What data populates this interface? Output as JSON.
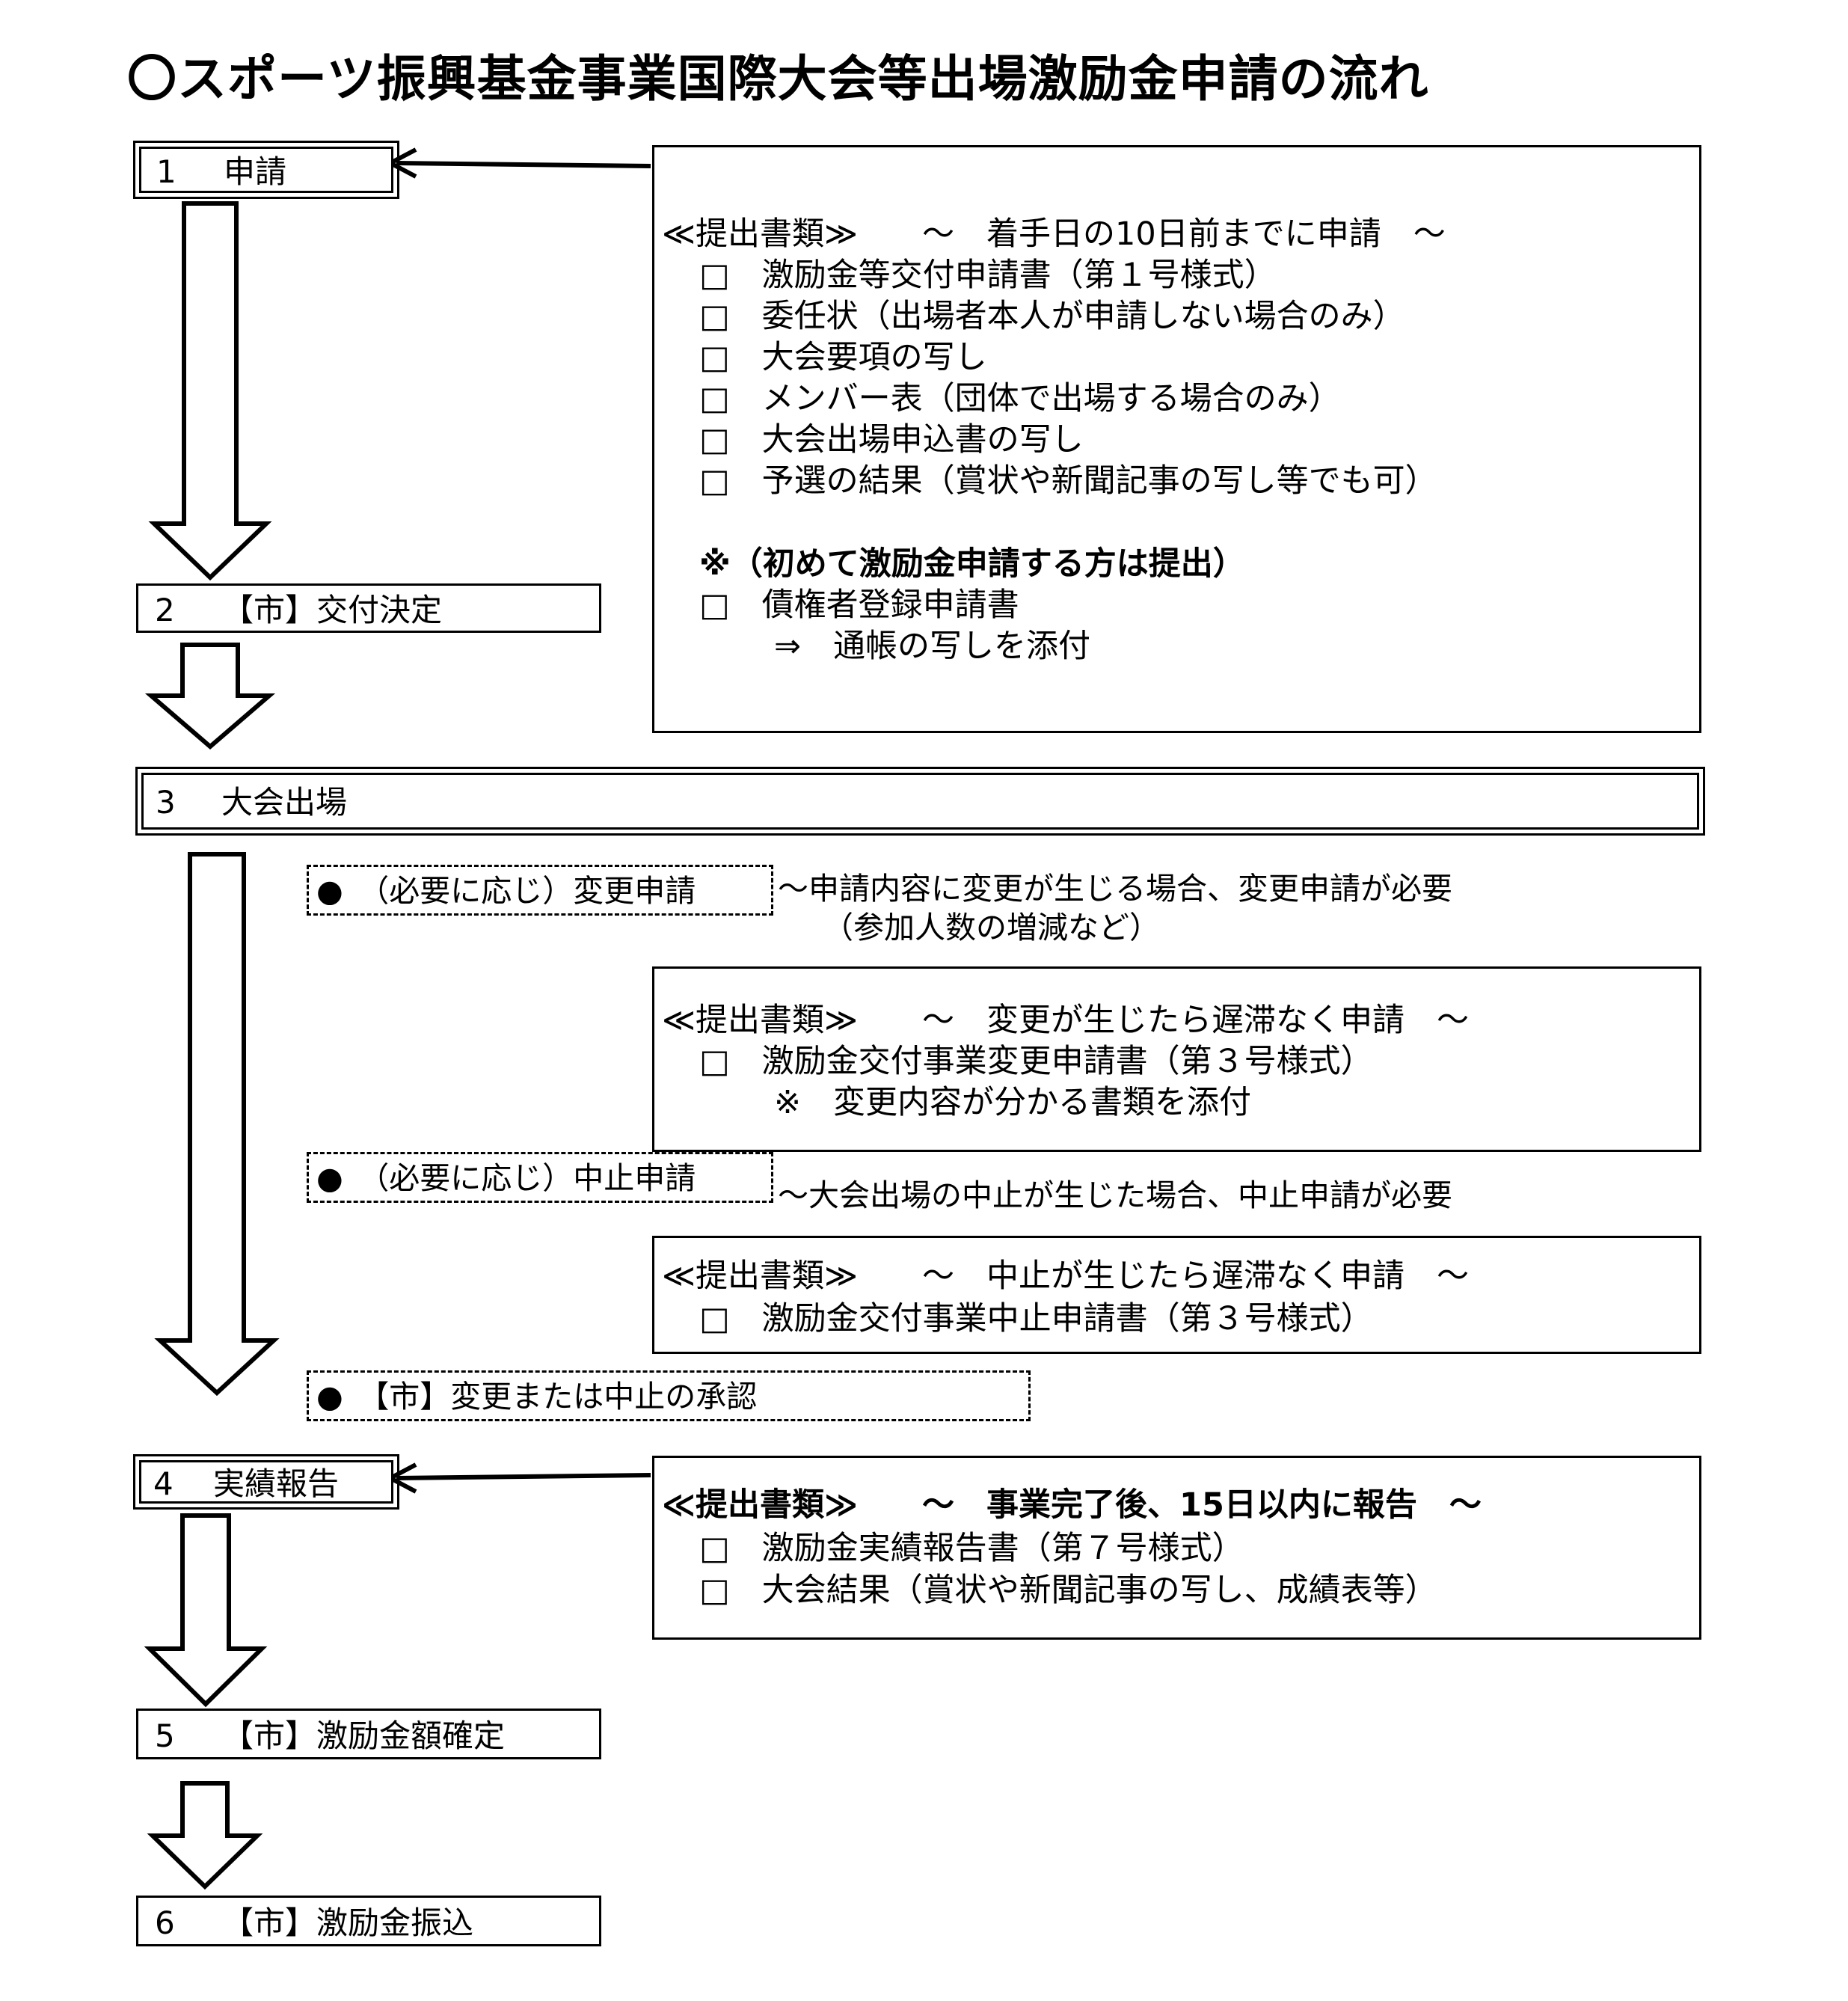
{
  "title": "〇スポーツ振興基金事業国際大会等出場激励金申請の流れ",
  "steps": [
    {
      "num": "1",
      "label": "申請"
    },
    {
      "num": "2",
      "label": "【市】交付決定"
    },
    {
      "num": "3",
      "label": "大会出場"
    },
    {
      "num": "4",
      "label": "実績報告"
    },
    {
      "num": "5",
      "label": "【市】激励金額確定"
    },
    {
      "num": "6",
      "label": "【市】激励金振込"
    }
  ],
  "doc_box_1": {
    "header": "≪提出書類≫　　～　着手日の10日前までに申請　～",
    "items": [
      "□　激励金等交付申請書（第１号様式）",
      "□　委任状（出場者本人が申請しない場合のみ）",
      "□　大会要項の写し",
      "□　メンバー表（団体で出場する場合のみ）",
      "□　大会出場申込書の写し",
      "□　予選の結果（賞状や新聞記事の写し等でも可）"
    ],
    "note": "※（初めて激励金申請する方は提出）",
    "item_extra": "□　債権者登録申請書",
    "attach": "⇒　通帳の写しを添付"
  },
  "optional_change": {
    "label": "●　（必要に応じ）変更申請",
    "desc_line1": "～申請内容に変更が生じる場合、変更申請が必要",
    "desc_line2": "（参加人数の増減など）"
  },
  "doc_box_2": {
    "header": "≪提出書類≫　　～　変更が生じたら遅滞なく申請　～",
    "item": "□　激励金交付事業変更申請書（第３号様式）",
    "note": "※　変更内容が分かる書類を添付"
  },
  "optional_cancel": {
    "label": "●　（必要に応じ）中止申請",
    "desc": "～大会出場の中止が生じた場合、中止申請が必要"
  },
  "doc_box_3": {
    "header": "≪提出書類≫　　～　中止が生じたら遅滞なく申請　～",
    "item": "□　激励金交付事業中止申請書（第３号様式）"
  },
  "approval": {
    "label": "●　【市】変更または中止の承認"
  },
  "doc_box_4": {
    "header": "≪提出書類≫　　～　事業完了後、15日以内に報告　～",
    "items": [
      "□　激励金実績報告書（第７号様式）",
      "□　大会結果（賞状や新聞記事の写し、成績表等）"
    ]
  }
}
